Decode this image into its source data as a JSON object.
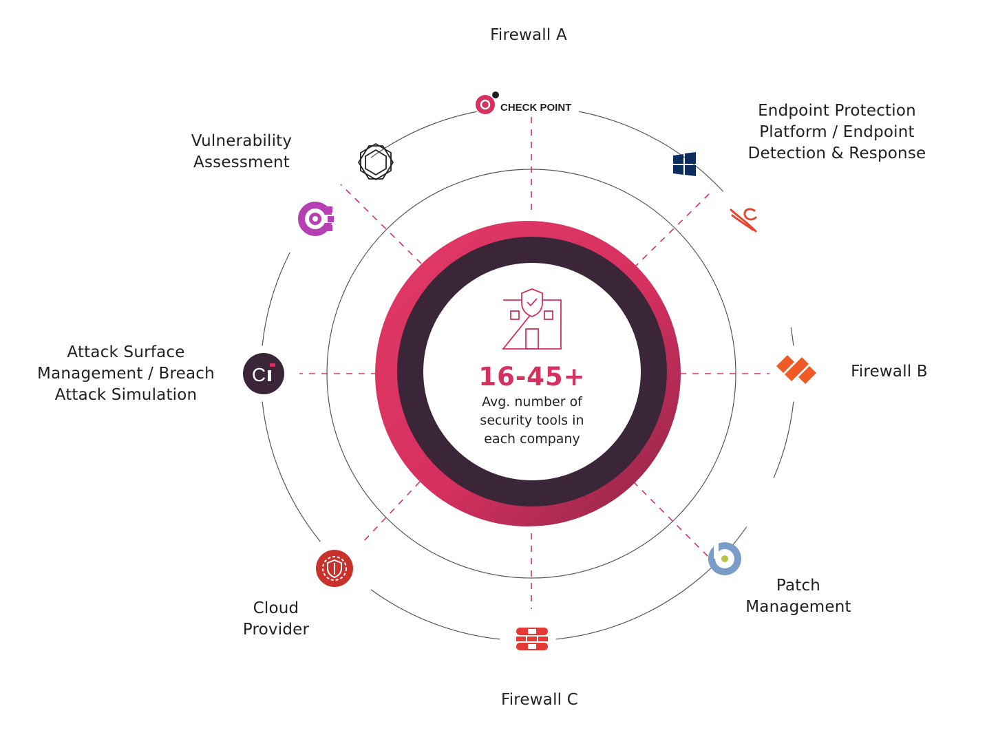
{
  "colors": {
    "accent": "#d6305f",
    "dark_ring": "#3b2538",
    "line": "#6b6b6b"
  },
  "center": {
    "stat": "16-45+",
    "caption": [
      "Avg. number of",
      "security tools in",
      "each company"
    ],
    "icon": "secure-building-icon"
  },
  "categories": [
    {
      "id": "firewall-a",
      "lines": [
        "Firewall A"
      ]
    },
    {
      "id": "endpoint",
      "lines": [
        "Endpoint Protection",
        "Platform / Endpoint",
        "Detection & Response"
      ]
    },
    {
      "id": "firewall-b",
      "lines": [
        "Firewall B"
      ]
    },
    {
      "id": "patch",
      "lines": [
        "Patch",
        "Management"
      ]
    },
    {
      "id": "firewall-c",
      "lines": [
        "Firewall C"
      ]
    },
    {
      "id": "cloud",
      "lines": [
        "Cloud",
        "Provider"
      ]
    },
    {
      "id": "attack-surface",
      "lines": [
        "Attack Surface",
        "Management / Breach",
        "Attack Simulation"
      ]
    },
    {
      "id": "vulnerability",
      "lines": [
        "Vulnerability",
        "Assessment"
      ]
    }
  ],
  "vendors": [
    {
      "id": "checkpoint",
      "icon": "checkpoint-logo-icon",
      "text": "CHECK POINT"
    },
    {
      "id": "windows",
      "icon": "windows-logo-icon"
    },
    {
      "id": "crowdstrike",
      "icon": "crowdstrike-logo-icon"
    },
    {
      "id": "paloalto",
      "icon": "paloalto-logo-icon"
    },
    {
      "id": "patch-vendor",
      "icon": "b-logo-icon"
    },
    {
      "id": "fortinet",
      "icon": "fortinet-logo-icon"
    },
    {
      "id": "cloud-vendor",
      "icon": "shield-gear-logo-icon"
    },
    {
      "id": "ci",
      "icon": "ci-logo-icon",
      "text": "Ci"
    },
    {
      "id": "tenable",
      "icon": "hexagon-logo-icon"
    },
    {
      "id": "qualys",
      "icon": "target-gear-logo-icon"
    }
  ]
}
